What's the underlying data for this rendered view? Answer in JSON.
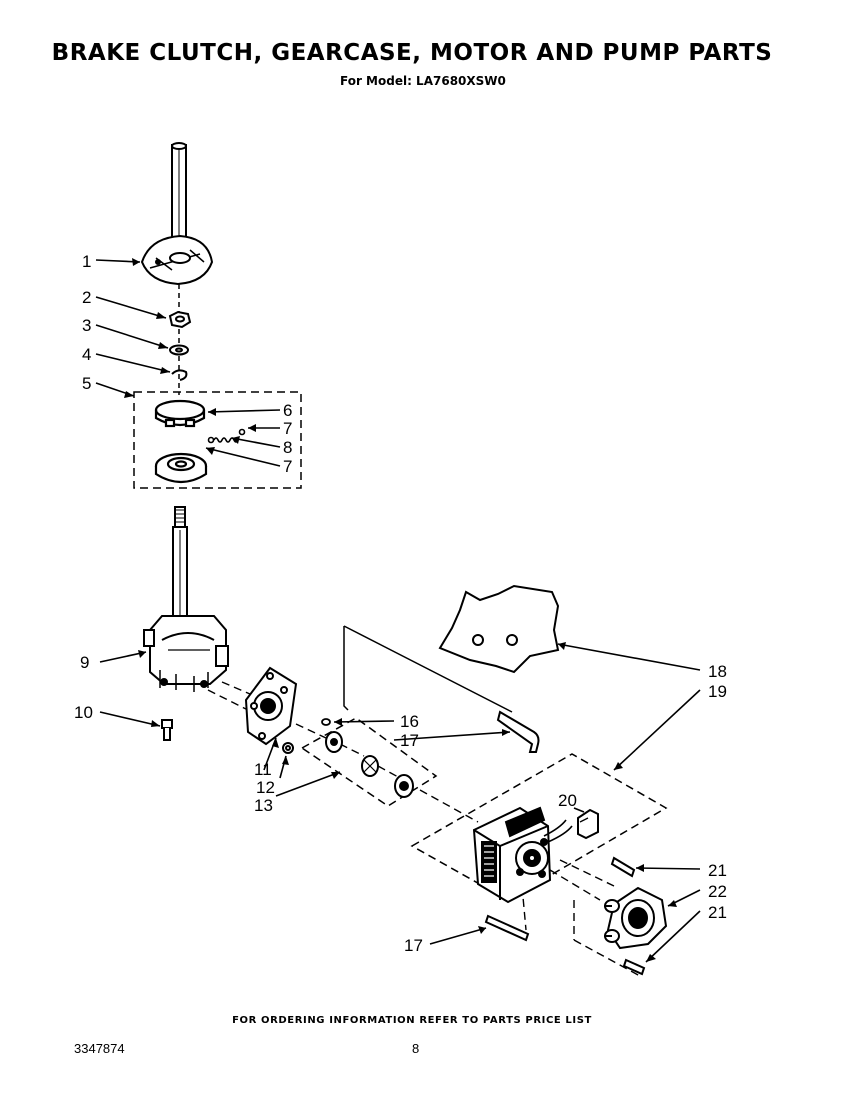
{
  "header": {
    "title": "BRAKE  CLUTCH, GEARCASE, MOTOR AND PUMP PARTS",
    "subtitle": "For Model: LA7680XSW0"
  },
  "callouts": [
    {
      "id": "c1",
      "label": "1"
    },
    {
      "id": "c2",
      "label": "2"
    },
    {
      "id": "c3",
      "label": "3"
    },
    {
      "id": "c4",
      "label": "4"
    },
    {
      "id": "c5",
      "label": "5"
    },
    {
      "id": "c6",
      "label": "6"
    },
    {
      "id": "c7a",
      "label": "7"
    },
    {
      "id": "c8",
      "label": "8"
    },
    {
      "id": "c7b",
      "label": "7"
    },
    {
      "id": "c9",
      "label": "9"
    },
    {
      "id": "c10",
      "label": "10"
    },
    {
      "id": "c11",
      "label": "11"
    },
    {
      "id": "c12",
      "label": "12"
    },
    {
      "id": "c13",
      "label": "13"
    },
    {
      "id": "c16",
      "label": "16"
    },
    {
      "id": "c17a",
      "label": "17"
    },
    {
      "id": "c18",
      "label": "18"
    },
    {
      "id": "c19",
      "label": "19"
    },
    {
      "id": "c20",
      "label": "20"
    },
    {
      "id": "c21a",
      "label": "21"
    },
    {
      "id": "c22",
      "label": "22"
    },
    {
      "id": "c21b",
      "label": "21"
    },
    {
      "id": "c17b",
      "label": "17"
    }
  ],
  "footer": {
    "note": "FOR ORDERING INFORMATION REFER TO PARTS PRICE LIST",
    "doc_number": "3347874",
    "page_number": "8"
  }
}
